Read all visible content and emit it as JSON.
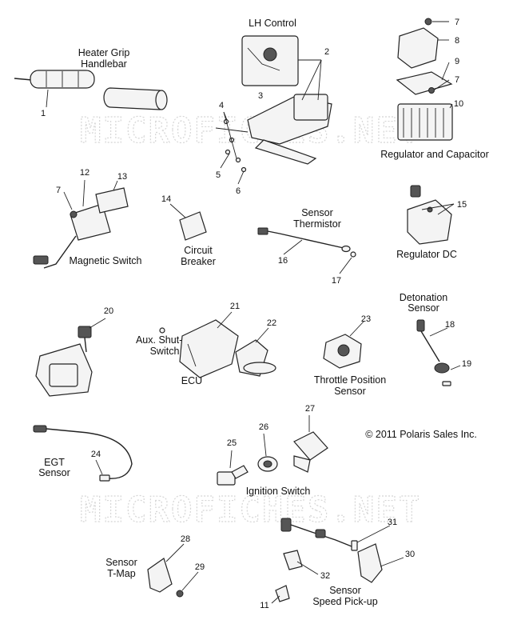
{
  "watermark": "MICROFICHES.NET",
  "copyright": "© 2011 Polaris Sales Inc.",
  "labels": {
    "heater_grip": [
      "Heater Grip",
      "Handlebar"
    ],
    "lh_control": "LH Control",
    "regulator_capacitor": "Regulator and Capacitor",
    "magnetic_switch": "Magnetic Switch",
    "circuit_breaker": [
      "Circuit",
      "Breaker"
    ],
    "sensor_thermistor": [
      "Sensor",
      "Thermistor"
    ],
    "regulator_dc": "Regulator DC",
    "detonation_sensor": [
      "Detonation",
      "Sensor"
    ],
    "aux_shutoff": [
      "Aux. Shut-off",
      "Switch"
    ],
    "ecu": "ECU",
    "throttle_position": [
      "Throttle Position",
      "Sensor"
    ],
    "egt_sensor": [
      "EGT",
      "Sensor"
    ],
    "ignition_switch": "Ignition Switch",
    "sensor_tmap": [
      "Sensor",
      "T-Map"
    ],
    "speed_pickup": [
      "Sensor",
      "Speed Pick-up"
    ]
  },
  "callouts": [
    "1",
    "2",
    "3",
    "4",
    "5",
    "6",
    "7",
    "8",
    "9",
    "7",
    "10",
    "12",
    "13",
    "7",
    "14",
    "15",
    "16",
    "17",
    "20",
    "21",
    "22",
    "23",
    "18",
    "19",
    "24",
    "25",
    "26",
    "27",
    "28",
    "29",
    "11",
    "31",
    "32",
    "30"
  ]
}
